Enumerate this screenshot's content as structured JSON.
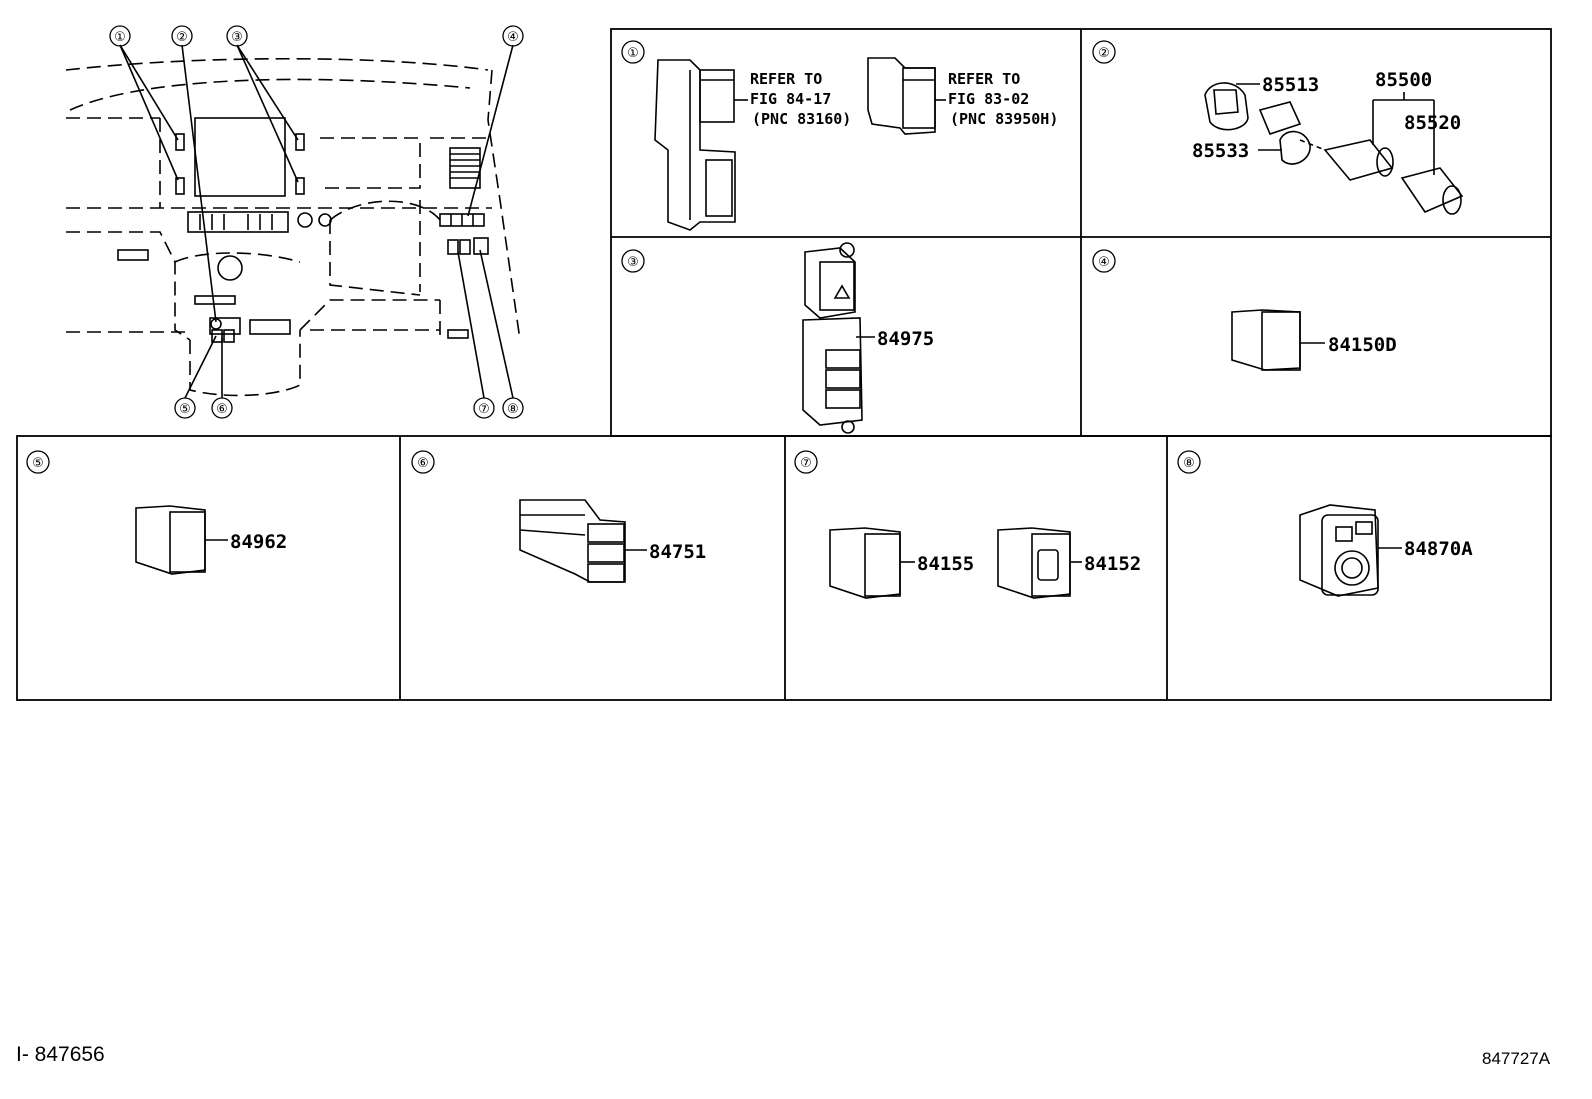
{
  "overview": {
    "callouts": [
      "①",
      "②",
      "③",
      "④",
      "⑤",
      "⑥",
      "⑦",
      "⑧"
    ]
  },
  "panels": {
    "p1": {
      "num": "①",
      "ref_a": {
        "l1": "REFER TO",
        "l2": "FIG 84-17",
        "l3": "(PNC 83160)"
      },
      "ref_b": {
        "l1": "REFER TO",
        "l2": "FIG 83-02",
        "l3": "(PNC 83950H)"
      }
    },
    "p2": {
      "num": "②",
      "parts": [
        "85513",
        "85533",
        "85500",
        "85520"
      ]
    },
    "p3": {
      "num": "③",
      "part": "84975"
    },
    "p4": {
      "num": "④",
      "part": "84150D"
    },
    "p5": {
      "num": "⑤",
      "part": "84962"
    },
    "p6": {
      "num": "⑥",
      "part": "84751"
    },
    "p7": {
      "num": "⑦",
      "parts": [
        "84155",
        "84152"
      ]
    },
    "p8": {
      "num": "⑧",
      "part": "84870A"
    }
  },
  "footer": {
    "left_code": "I- 847656",
    "right_code": "847727A"
  }
}
